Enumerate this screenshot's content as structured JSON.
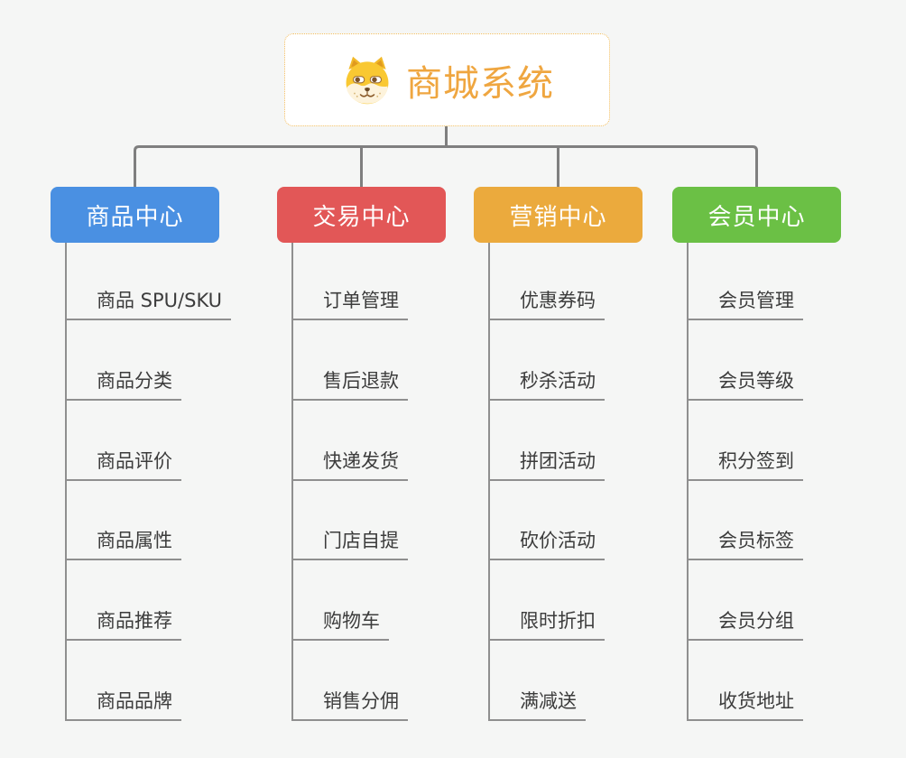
{
  "root": {
    "title": "商城系统",
    "icon": "dog-face-icon"
  },
  "colors": {
    "background": "#f5f6f5",
    "connector_line": "#7f7f7f",
    "item_line": "#8f8f8f",
    "item_text": "#3c3c3c",
    "root_border": "#f2bd5e",
    "root_title": "#efa640"
  },
  "branches": [
    {
      "label": "商品中心",
      "color": "#4a90e2",
      "items": [
        "商品 SPU/SKU",
        "商品分类",
        "商品评价",
        "商品属性",
        "商品推荐",
        "商品品牌"
      ]
    },
    {
      "label": "交易中心",
      "color": "#e25757",
      "items": [
        "订单管理",
        "售后退款",
        "快递发货",
        "门店自提",
        "购物车",
        "销售分佣"
      ]
    },
    {
      "label": "营销中心",
      "color": "#ebaa3d",
      "items": [
        "优惠券码",
        "秒杀活动",
        "拼团活动",
        "砍价活动",
        "限时折扣",
        "满减送"
      ]
    },
    {
      "label": "会员中心",
      "color": "#6bc045",
      "items": [
        "会员管理",
        "会员等级",
        "积分签到",
        "会员标签",
        "会员分组",
        "收货地址"
      ]
    }
  ]
}
